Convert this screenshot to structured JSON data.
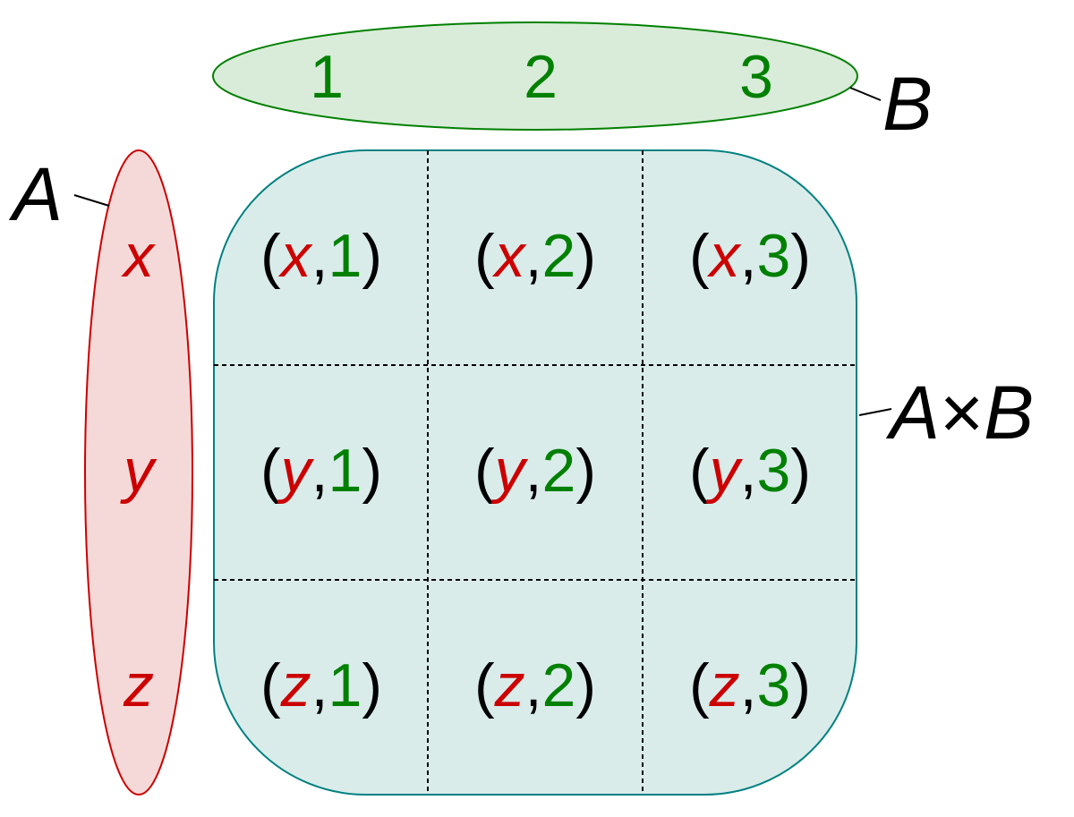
{
  "colors": {
    "set_a": "#cc0000",
    "set_a_fill": "#f5d9d9",
    "set_b": "#008000",
    "set_b_fill": "#d9ecd9",
    "product_stroke": "#008080",
    "product_fill": "#d9ecea",
    "text": "#000000"
  },
  "labels": {
    "set_a": "A",
    "set_b": "B",
    "product_a": "A",
    "times": "×",
    "product_b": "B"
  },
  "set_a_elements": [
    "x",
    "y",
    "z"
  ],
  "set_b_elements": [
    "1",
    "2",
    "3"
  ],
  "pairs": [
    [
      {
        "a": "x",
        "b": "1"
      },
      {
        "a": "x",
        "b": "2"
      },
      {
        "a": "x",
        "b": "3"
      }
    ],
    [
      {
        "a": "y",
        "b": "1"
      },
      {
        "a": "y",
        "b": "2"
      },
      {
        "a": "y",
        "b": "3"
      }
    ],
    [
      {
        "a": "z",
        "b": "1"
      },
      {
        "a": "z",
        "b": "2"
      },
      {
        "a": "z",
        "b": "3"
      }
    ]
  ],
  "punct": {
    "open": "(",
    "comma": ",",
    "close": ")"
  }
}
